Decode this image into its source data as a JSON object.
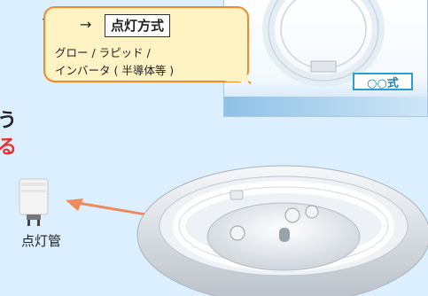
{
  "callout": {
    "title": "点灯方式",
    "line1": "グロー / ラピッド /",
    "line2": "インバータ ( 半導体等 )"
  },
  "package": {
    "label": "○○式"
  },
  "partial_text": {
    "line1": "う",
    "line2": "る"
  },
  "starter": {
    "label": "点灯管"
  },
  "colors": {
    "background": "#dcefff",
    "callout_fill": "#fff3c4",
    "callout_border": "#f08a2a",
    "arrow": "#f08a5c",
    "accent_red": "#e8312f",
    "label_blue": "#2a9fd6"
  }
}
